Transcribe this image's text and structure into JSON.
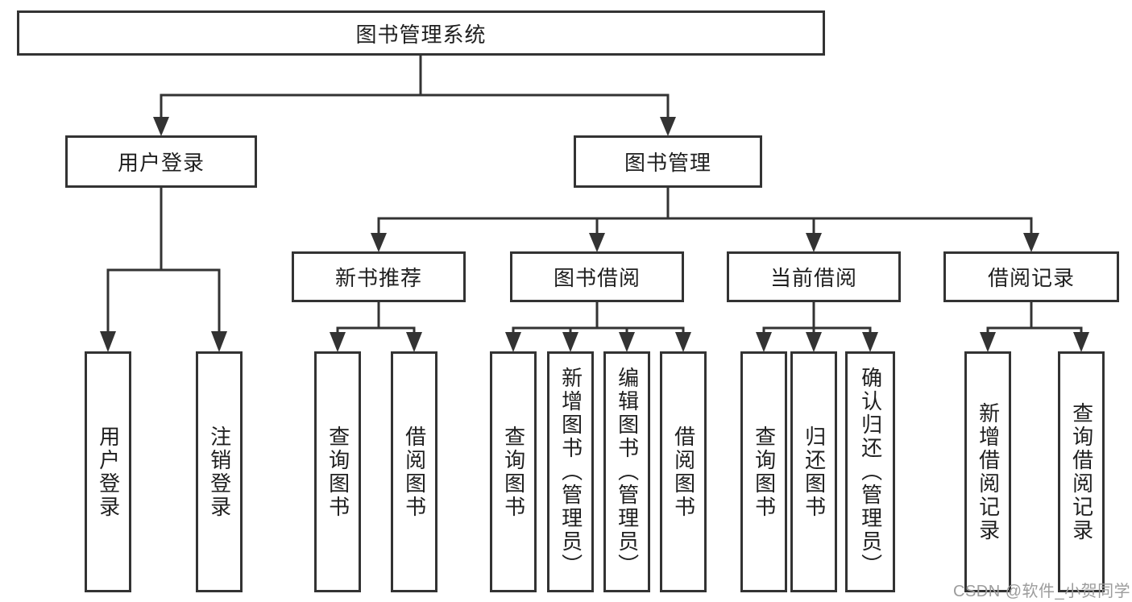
{
  "colors": {
    "line": "#333333",
    "text": "#1f1f1f",
    "watermark": "#9c9c9c",
    "background": "#ffffff"
  },
  "watermark": "CSDN @软件_小贺同学",
  "tree": {
    "root": "图书管理系统",
    "branches": [
      {
        "label": "用户登录",
        "children": [
          "用户登录",
          "注销登录"
        ]
      },
      {
        "label": "图书管理",
        "groups": [
          {
            "label": "新书推荐",
            "children": [
              "查询图书",
              "借阅图书"
            ]
          },
          {
            "label": "图书借阅",
            "children": [
              "查询图书",
              "新增图书（管理员）",
              "编辑图书（管理员）",
              "借阅图书"
            ]
          },
          {
            "label": "当前借阅",
            "children": [
              "查询图书",
              "归还图书",
              "确认归还（管理员）"
            ]
          },
          {
            "label": "借阅记录",
            "children": [
              "新增借阅记录",
              "查询借阅记录"
            ]
          }
        ]
      }
    ]
  }
}
